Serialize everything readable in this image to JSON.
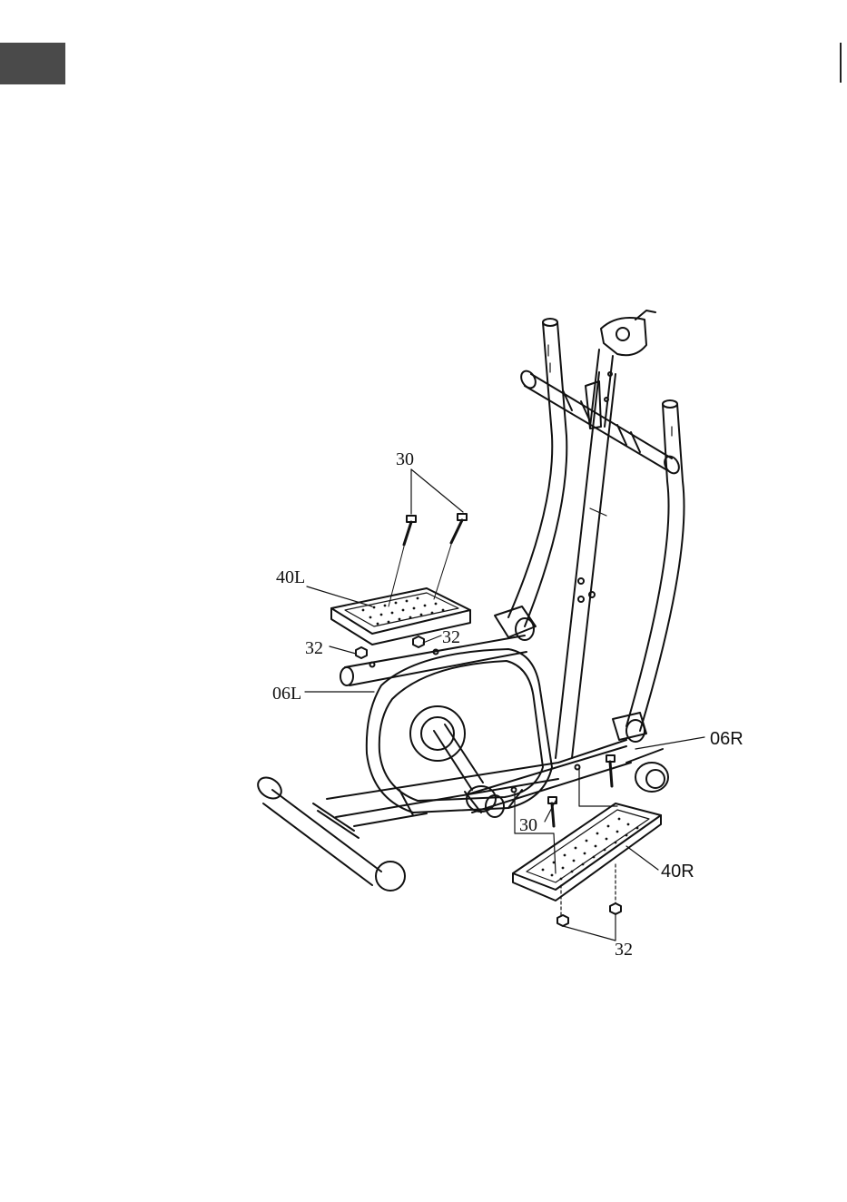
{
  "tab": {
    "color": "#4a4a4a"
  },
  "labels": {
    "bolt_top": "30",
    "pedal_left": "40L",
    "nut_left_a": "32",
    "nut_left_b": "32",
    "pedal_arm_left": "06L",
    "pedal_arm_right": "06R",
    "bolt_right": "30",
    "pedal_right": "40R",
    "nut_right": "32"
  }
}
